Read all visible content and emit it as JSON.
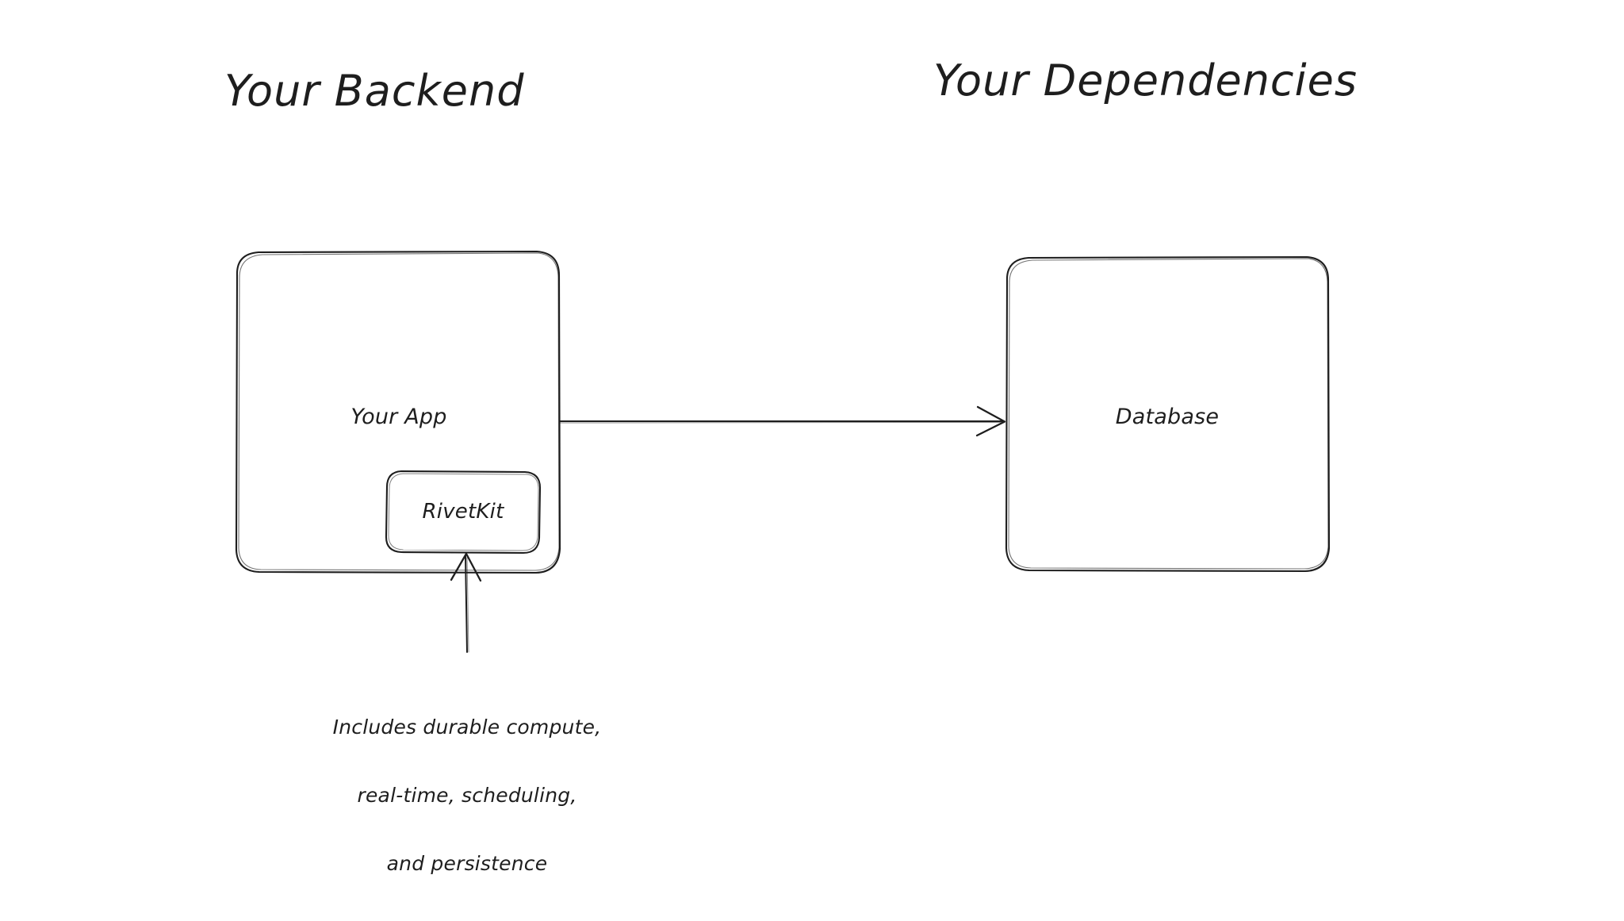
{
  "diagram": {
    "type": "architecture-diagram",
    "style": "hand-drawn-sketch",
    "background_color": "#ffffff",
    "stroke_color": "#1e1e1e",
    "text_color": "#1e1e1e"
  },
  "groups": [
    {
      "id": "backend",
      "title": "Your Backend"
    },
    {
      "id": "dependencies",
      "title": "Your Dependencies"
    }
  ],
  "nodes": [
    {
      "id": "your-app",
      "label": "Your App",
      "group": "backend"
    },
    {
      "id": "rivetkit",
      "label": "RivetKit",
      "group": "backend",
      "parent": "your-app"
    },
    {
      "id": "database",
      "label": "Database",
      "group": "dependencies"
    }
  ],
  "edges": [
    {
      "id": "app-to-database",
      "from": "your-app",
      "to": "database",
      "direction": "right",
      "arrowhead": "open"
    },
    {
      "id": "caption-to-rivetkit",
      "from": "rivetkit-caption",
      "to": "rivetkit",
      "direction": "up",
      "arrowhead": "open"
    }
  ],
  "caption": {
    "id": "rivetkit-caption",
    "lines": [
      "Includes durable compute,",
      "real-time, scheduling,",
      "and persistence"
    ],
    "line1": "Includes durable compute,",
    "line2": "real-time, scheduling,",
    "line3": "and persistence"
  }
}
